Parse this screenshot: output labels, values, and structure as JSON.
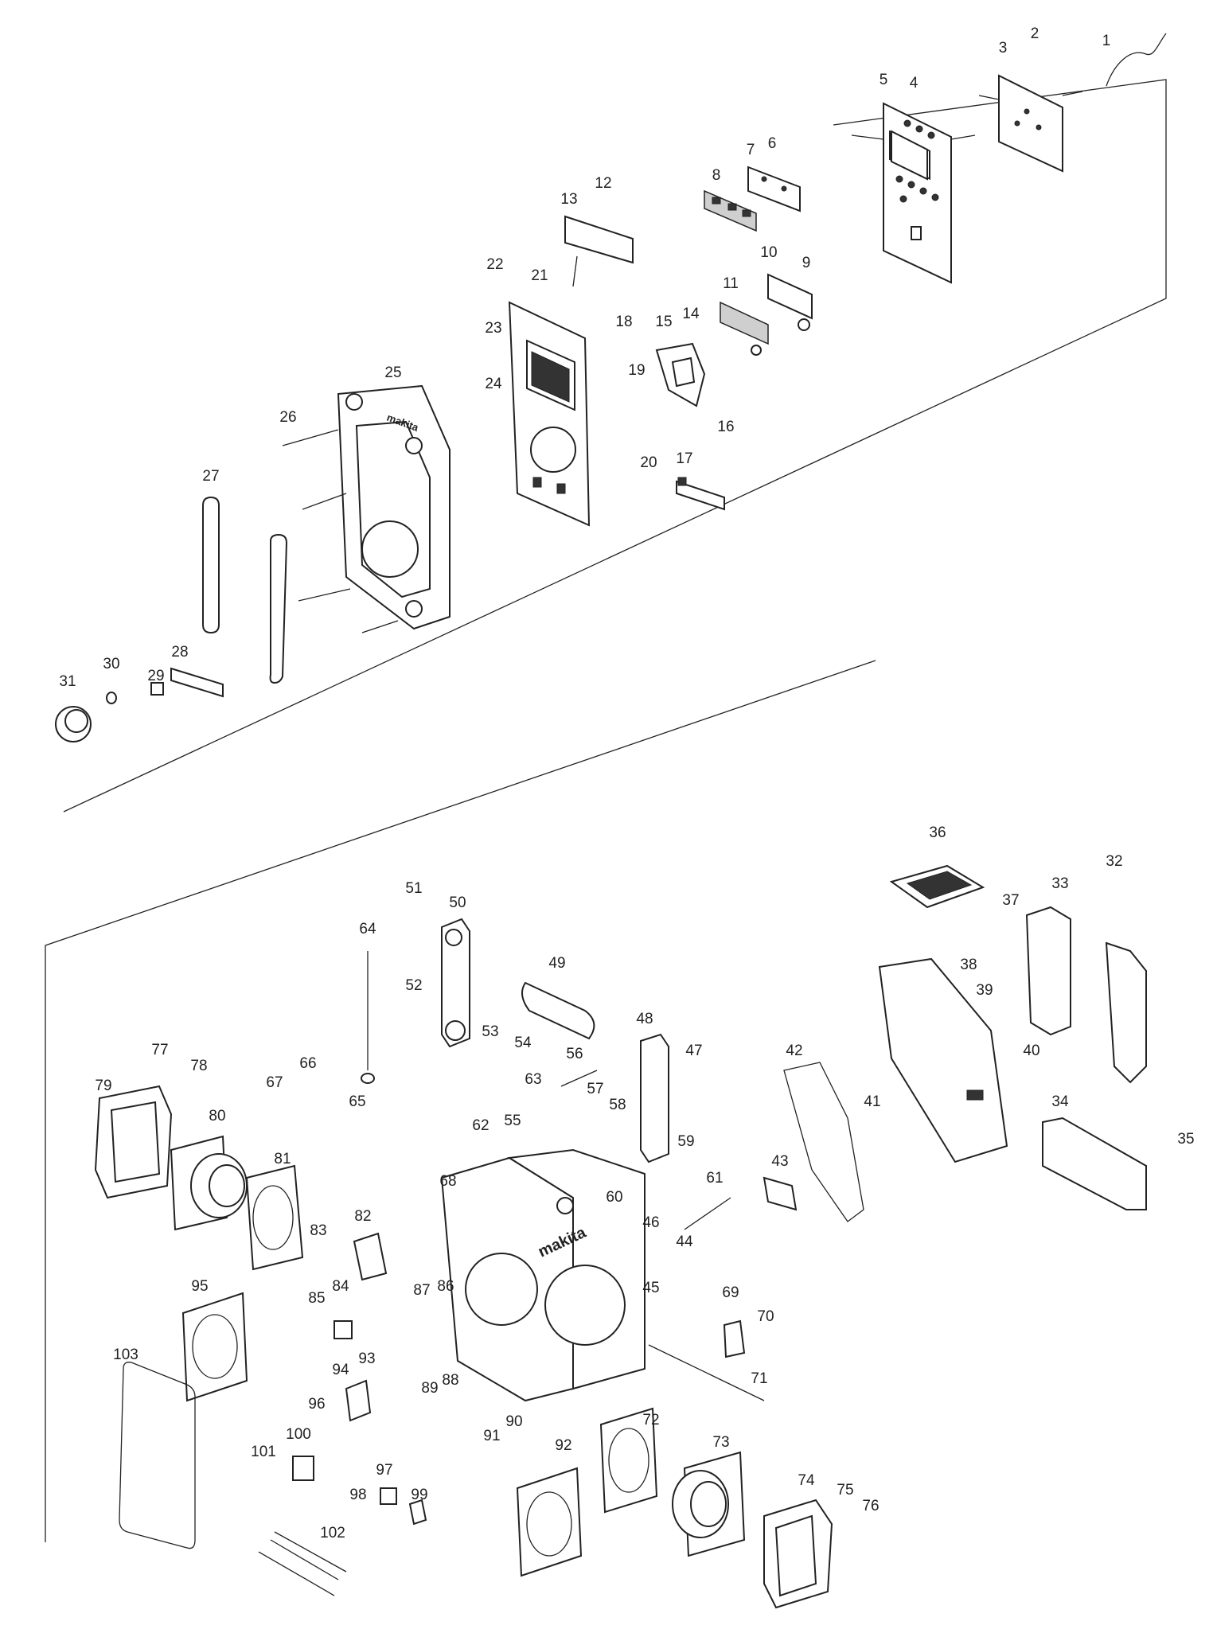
{
  "diagram": {
    "part_numbers": [
      "1",
      "2",
      "3",
      "4",
      "5",
      "6",
      "7",
      "8",
      "9",
      "10",
      "11",
      "12",
      "13",
      "14",
      "15",
      "16",
      "17",
      "18",
      "19",
      "20",
      "21",
      "22",
      "23",
      "24",
      "25",
      "26",
      "27",
      "28",
      "29",
      "30",
      "31",
      "32",
      "33",
      "34",
      "35",
      "36",
      "37",
      "38",
      "39",
      "40",
      "41",
      "42",
      "43",
      "44",
      "45",
      "46",
      "47",
      "48",
      "49",
      "50",
      "51",
      "52",
      "53",
      "54",
      "55",
      "56",
      "57",
      "58",
      "59",
      "60",
      "61",
      "62",
      "63",
      "64",
      "65",
      "66",
      "67",
      "68",
      "69",
      "70",
      "71",
      "72",
      "73",
      "74",
      "75",
      "76",
      "77",
      "78",
      "79",
      "80",
      "81",
      "82",
      "83",
      "84",
      "85",
      "86",
      "87",
      "88",
      "89",
      "90",
      "91",
      "92",
      "93",
      "94",
      "95",
      "96",
      "97",
      "98",
      "99",
      "100",
      "101",
      "102",
      "103"
    ],
    "brand_text": "makita"
  }
}
